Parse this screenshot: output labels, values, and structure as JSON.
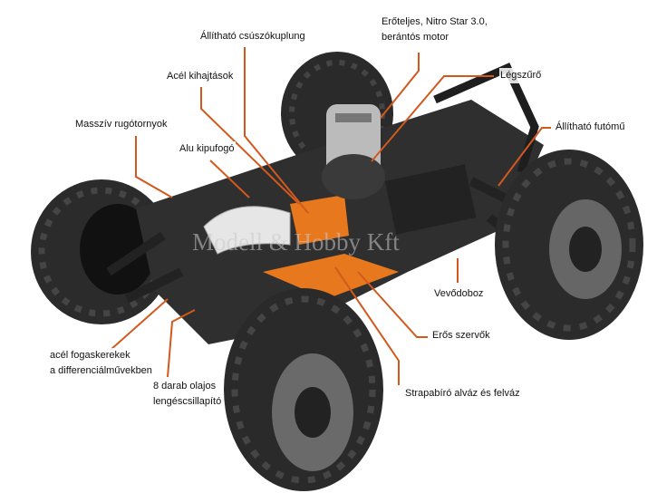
{
  "labels": {
    "clutch": "Állítható csúszókuplung",
    "engine_line1": "Erőteljes, Nitro Star 3.0,",
    "engine_line2": "berántós motor",
    "driveshafts": "Acél kihajtások",
    "air_filter": "Légszűrő",
    "shock_towers": "Masszív rugótornyok",
    "suspension": "Állítható futómű",
    "exhaust": "Alu kipufogó",
    "receiver_box": "Vevődoboz",
    "servos": "Erős szervők",
    "chassis": "Strapabíró alváz és felváz",
    "gears_line1": "acél fogaskerekek",
    "gears_line2": "a differenciálművekben",
    "shocks_line1": "8 darab olajos",
    "shocks_line2": "lengéscsillapító"
  },
  "watermark": "Modell & Hobby Kft",
  "colors": {
    "leader": "#d2591e",
    "chassis_plate": "#e8781e"
  }
}
